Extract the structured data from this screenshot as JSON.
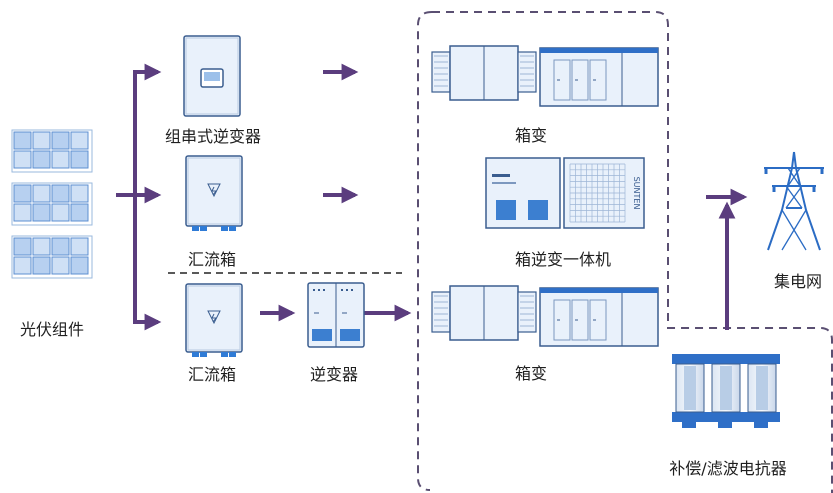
{
  "labels": {
    "pv_modules": "光伏组件",
    "string_inverter": "组串式逆变器",
    "combiner_box_1": "汇流箱",
    "combiner_box_2": "汇流箱",
    "central_inverter": "逆变器",
    "box_transformer_1": "箱变",
    "integrated_unit": "箱逆变一体机",
    "box_transformer_2": "箱变",
    "grid": "集电网",
    "reactor": "补偿/滤波电抗器"
  },
  "nameplates": {
    "integrated_unit_brand": "SUNTEN"
  },
  "colors": {
    "arrow": "#5b3d7e",
    "dashed_border": "#5a4f72",
    "equipment_outline": "#3a5d8f",
    "equipment_fill": "#e9f1fb",
    "accent_blue": "#2f7bd6",
    "panel_blue": "#3c7fd0",
    "tower_blue": "#2b6cc4"
  },
  "icons": {
    "pv": "solar-panel-icon",
    "inverter": "inverter-cabinet-icon",
    "combiner": "combiner-box-icon",
    "transformer": "box-transformer-icon",
    "tower": "transmission-tower-icon",
    "reactor": "reactor-icon"
  }
}
